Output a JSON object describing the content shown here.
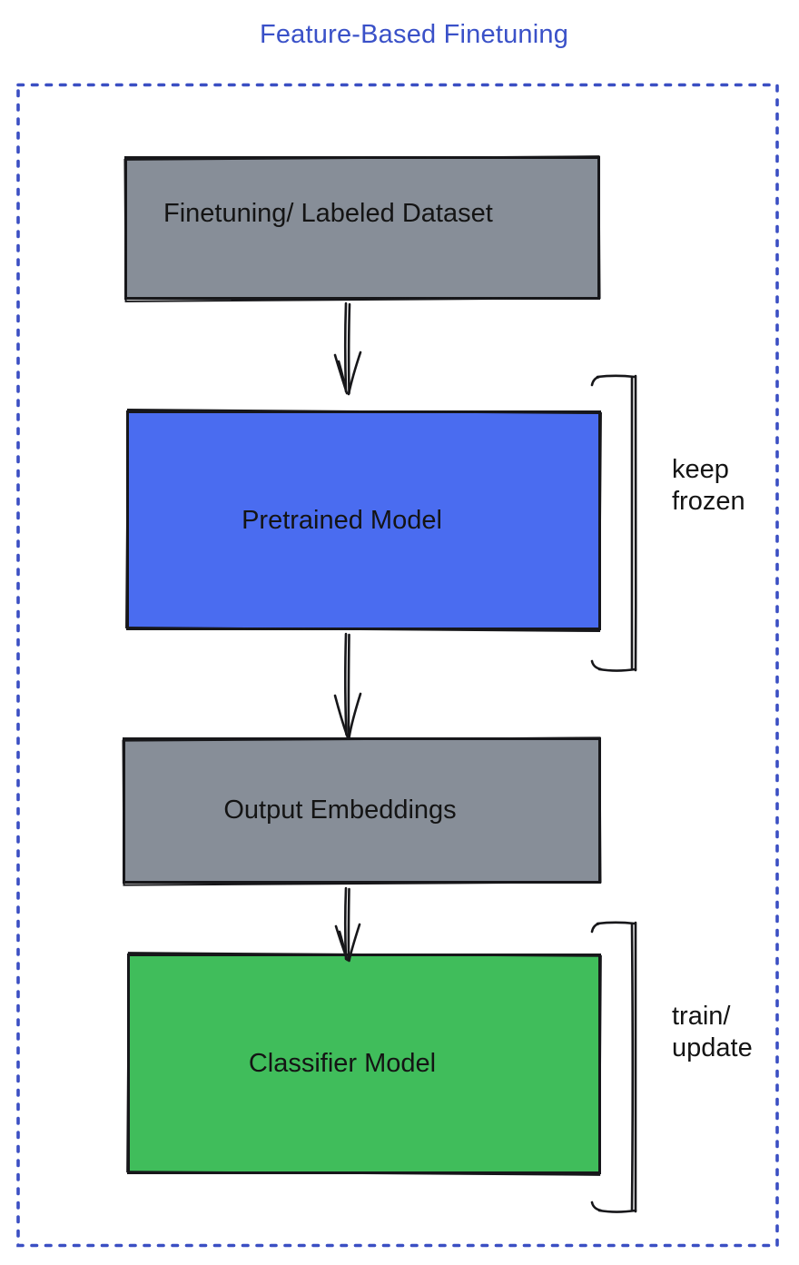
{
  "title": "Feature-Based Finetuning",
  "boxes": {
    "dataset": {
      "label": "Finetuning/ Labeled Dataset",
      "fill": "#878E98"
    },
    "pretrained": {
      "label": "Pretrained Model",
      "fill": "#4A6CF0"
    },
    "embeddings": {
      "label": "Output Embeddings",
      "fill": "#878E98"
    },
    "classifier": {
      "label": "Classifier Model",
      "fill": "#40BD5B"
    }
  },
  "annotations": {
    "keep_frozen": {
      "line1": "keep",
      "line2": "frozen"
    },
    "train_update": {
      "line1": "train/",
      "line2": "update"
    }
  },
  "colors": {
    "title_blue": "#3A51C8",
    "frame_blue": "#3B4FC3",
    "box_blue": "#4A6CF0",
    "box_gray": "#878E98",
    "box_green": "#40BD5B",
    "stroke_black": "#17171A"
  }
}
